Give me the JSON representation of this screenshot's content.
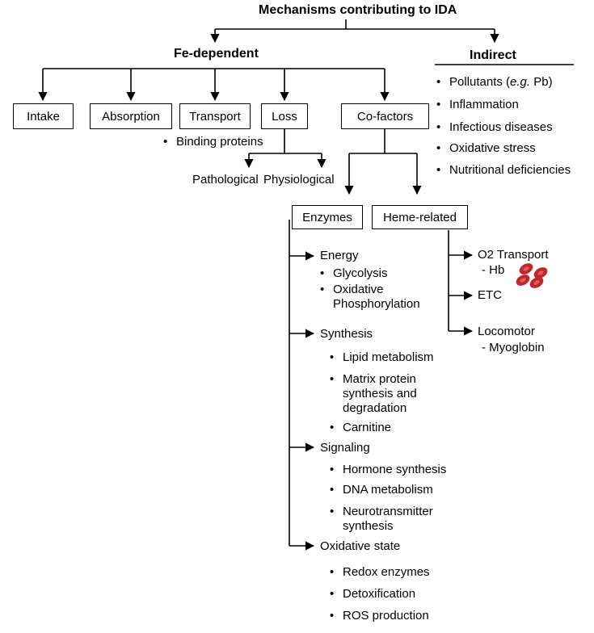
{
  "title": "Mechanisms contributing to IDA",
  "fe_dependent": {
    "label": "Fe-dependent",
    "boxes": [
      "Intake",
      "Absorption",
      "Transport",
      "Loss",
      "Co-factors"
    ],
    "transport_bullet": "Binding proteins",
    "loss_children": [
      "Pathological",
      "Physiological"
    ]
  },
  "indirect": {
    "label": "Indirect",
    "items": [
      {
        "pre": "Pollutants (",
        "em": "e.g.",
        "post": " Pb)"
      },
      {
        "pre": "Inflammation"
      },
      {
        "pre": "Infectious diseases"
      },
      {
        "pre": "Oxidative stress"
      },
      {
        "pre": "Nutritional deficiencies"
      }
    ]
  },
  "cofactors": {
    "enzymes": {
      "label": "Enzymes",
      "groups": [
        {
          "label": "Energy",
          "items": [
            "Glycolysis",
            "Oxidative Phosphorylation"
          ]
        },
        {
          "label": "Synthesis",
          "items": [
            "Lipid metabolism",
            "Matrix protein synthesis and degradation",
            "Carnitine"
          ]
        },
        {
          "label": "Signaling",
          "items": [
            "Hormone synthesis",
            "DNA metabolism",
            "Neurotransmitter synthesis"
          ]
        },
        {
          "label": "Oxidative state",
          "items": [
            "Redox enzymes",
            "Detoxification",
            "ROS production"
          ]
        }
      ]
    },
    "heme": {
      "label": "Heme-related",
      "items": [
        {
          "label": "O2 Transport",
          "sub": "- Hb"
        },
        {
          "label": "ETC",
          "sub": ""
        },
        {
          "label": "Locomotor",
          "sub": "- Myoglobin"
        }
      ]
    }
  },
  "colors": {
    "line": "#000000",
    "rbc": "#c0262c",
    "rbc_center": "#e05a5e"
  }
}
